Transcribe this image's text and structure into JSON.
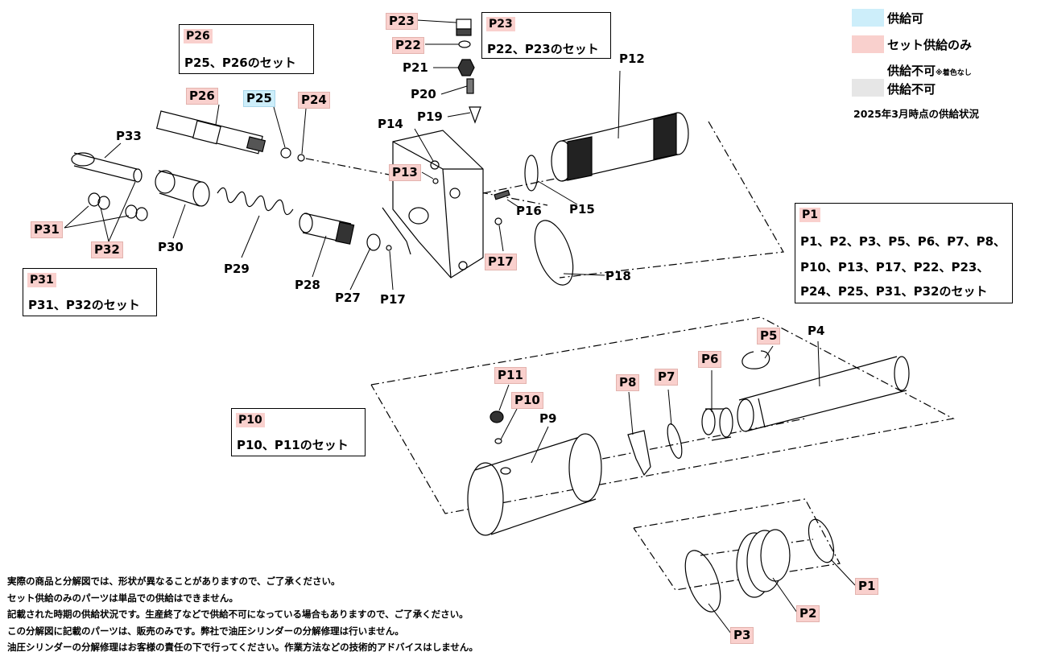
{
  "colors": {
    "set_only": "#f9d0cd",
    "available": "#cdeefa",
    "unavailable": "#e6e6e6"
  },
  "legend": {
    "available": "供給可",
    "set_only": "セット供給のみ",
    "unavailable_nocolor": "供給不可",
    "unavailable_nocolor_note": "※着色なし",
    "unavailable_gray": "供給不可",
    "status": "2025年3月時点の供給状況"
  },
  "boxes": {
    "p23_set": {
      "tag": "P23",
      "text": "P22、P23のセット"
    },
    "p26_set": {
      "tag": "P26",
      "text": "P25、P26のセット"
    },
    "p31_set": {
      "tag": "P31",
      "text": "P31、P32のセット"
    },
    "p10_set": {
      "tag": "P10",
      "text": "P10、P11のセット"
    },
    "p1_set": {
      "tag": "P1",
      "lines": [
        "P1、P2、P3、P5、P6、P7、P8、",
        "P10、P13、P17、P22、P23、",
        "P24、P25、P31、P32のセット"
      ]
    }
  },
  "parts": {
    "p1": "P1",
    "p2": "P2",
    "p3": "P3",
    "p4": "P4",
    "p5": "P5",
    "p6": "P6",
    "p7": "P7",
    "p8": "P8",
    "p9": "P9",
    "p10": "P10",
    "p11": "P11",
    "p12": "P12",
    "p13": "P13",
    "p14": "P14",
    "p15": "P15",
    "p16": "P16",
    "p17a": "P17",
    "p17b": "P17",
    "p18": "P18",
    "p19": "P19",
    "p20": "P20",
    "p21": "P21",
    "p22": "P22",
    "p23": "P23",
    "p24": "P24",
    "p25": "P25",
    "p26": "P26",
    "p27": "P27",
    "p28": "P28",
    "p29": "P29",
    "p30": "P30",
    "p31": "P31",
    "p32": "P32",
    "p33": "P33"
  },
  "notes": [
    "実際の商品と分解図では、形状が異なることがありますので、ご了承ください。",
    "セット供給のみのパーツは単品での供給はできません。",
    "記載された時期の供給状況です。生産終了などで供給不可になっている場合もありますので、ご了承ください。",
    "この分解図に記載のパーツは、販売のみです。弊社で油圧シリンダーの分解修理は行いません。",
    "油圧シリンダーの分解修理はお客様の責任の下で行ってください。作業方法などの技術的アドバイスはしません。"
  ]
}
